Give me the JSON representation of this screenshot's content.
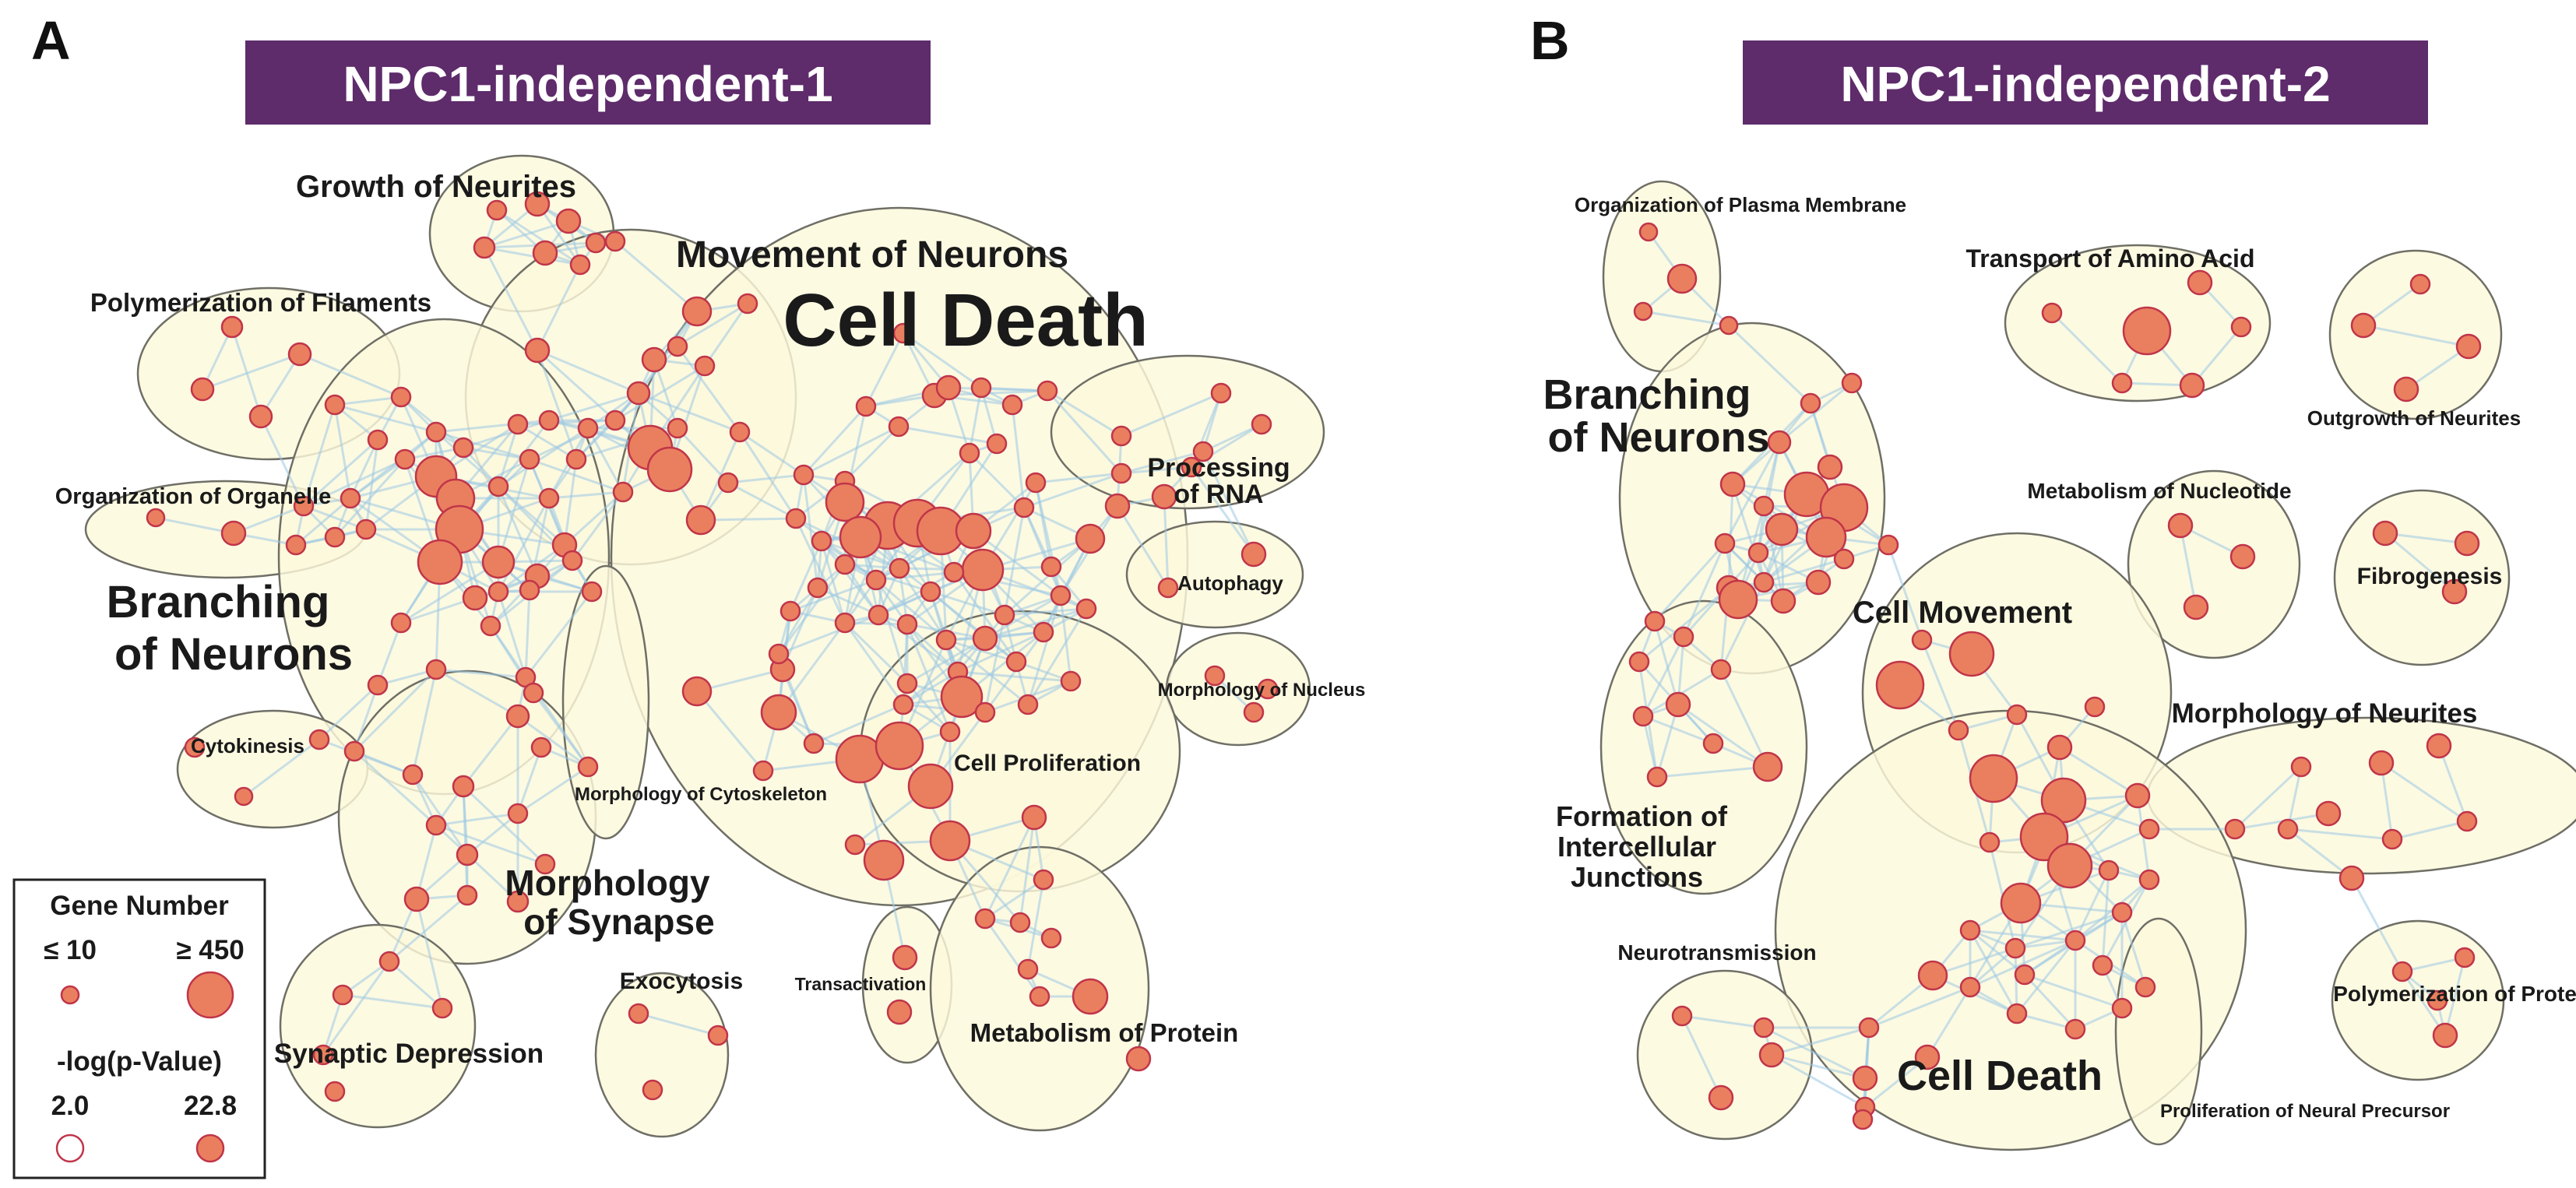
{
  "panels": [
    {
      "letter": "A",
      "title": "NPC1-independent-1"
    },
    {
      "letter": "B",
      "title": "NPC1-independent-2"
    }
  ],
  "labels_a": {
    "growth_of_neurites": "Growth of Neurites",
    "movement_of_neurons": "Movement of Neurons",
    "cell_death": "Cell Death",
    "polymerization_of_filaments": "Polymerization of Filaments",
    "processing_of_rna_1": "Processing",
    "processing_of_rna_2": "of RNA",
    "organization_of_organelle": "Organization of Organelle",
    "autophagy": "Autophagy",
    "branching_1": "Branching",
    "branching_2": "of Neurons",
    "morphology_of_nucleus": "Morphology of Nucleus",
    "cytokinesis": "Cytokinesis",
    "cell_proliferation": "Cell Proliferation",
    "morphology_of_cytoskeleton": "Morphology of Cytoskeleton",
    "morphology_synapse_1": "Morphology",
    "morphology_synapse_2": "of Synapse",
    "exocytosis": "Exocytosis",
    "transactivation": "Transactivation",
    "metabolism_of_protein": "Metabolism of Protein",
    "synaptic_depression": "Synaptic Depression"
  },
  "labels_b": {
    "organization_of_plasma_membrane": "Organization of Plasma Membrane",
    "transport_of_amino_acid": "Transport of Amino Acid",
    "branching_1": "Branching",
    "branching_2": "of Neurons",
    "outgrowth_of_neurites": "Outgrowth of Neurites",
    "metabolism_of_nucleotide": "Metabolism of Nucleotide",
    "fibrogenesis": "Fibrogenesis",
    "cell_movement": "Cell Movement",
    "morphology_of_neurites": "Morphology of Neurites",
    "formation_1": "Formation of",
    "formation_2": "Intercellular",
    "formation_3": "Junctions",
    "neurotransmission": "Neurotransmission",
    "polymerization_of_protein": "Polymerization of Protein",
    "cell_death": "Cell Death",
    "proliferation_of_neural_precursor": "Proliferation of Neural Precursor"
  },
  "legend": {
    "gene_number_title": "Gene Number",
    "gene_min": "≤ 10",
    "gene_max": "≥ 450",
    "pvalue_title": "-log(p-Value)",
    "pvalue_min": "2.0",
    "pvalue_max": "22.8"
  },
  "colors": {
    "banner": "#5e2b6b",
    "node_fill": "#ea7f5f",
    "node_stroke": "#c0354a",
    "edge": "#9cc8e4",
    "group_fill": "#fdf9dc",
    "group_stroke": "#6f6f66"
  }
}
